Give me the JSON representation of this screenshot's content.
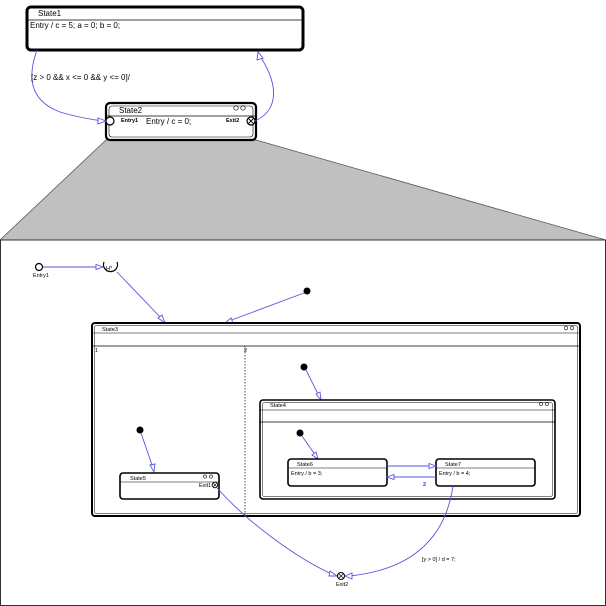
{
  "states": {
    "state1": {
      "name": "State1",
      "action": "Entry / c = 5; a = 0; b = 0;"
    },
    "state2": {
      "name": "State2",
      "action": "Entry / c = 0;",
      "entry_port": "Entry1",
      "exit_port": "Exit2"
    },
    "state3": {
      "name": "State3",
      "region1": "1",
      "region2": "2"
    },
    "state4": {
      "name": "State4"
    },
    "state5": {
      "name": "State5",
      "exit_port": "Exit1"
    },
    "state6": {
      "name": "State6",
      "action": "Entry / b = 3;"
    },
    "state7": {
      "name": "State7",
      "action": "Entry / b = 4;"
    }
  },
  "ports": {
    "entry1": "Entry1",
    "exit2": "Exit2",
    "history": "H*"
  },
  "transitions": {
    "state1_to_state2": "[z > 0 && x <= 0 && y <= 0]/",
    "state7_to_state6_priority": "2",
    "state7_to_exit2": "[y > 0] / d = 7;"
  },
  "colors": {
    "transition": "#5555dd",
    "zoom_fill": "#c0c0c0"
  }
}
